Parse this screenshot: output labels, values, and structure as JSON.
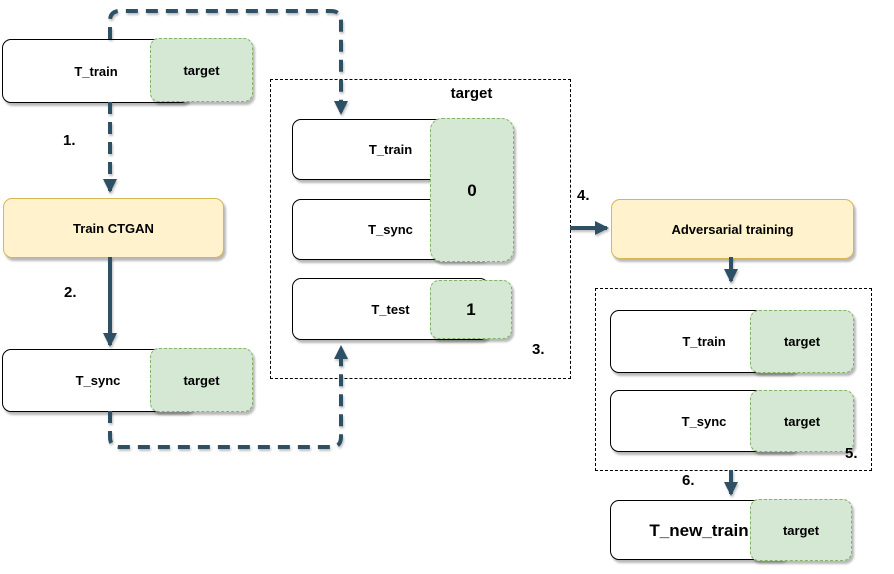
{
  "colors": {
    "arrow": "#2E5065",
    "process_fill": "#FFF2CC",
    "process_border": "#D6B656",
    "target_fill": "#D5E8D4",
    "target_border": "#82B366",
    "node_border": "#000000",
    "container_border": "#000000"
  },
  "flow": {
    "t_train": {
      "label": "T_train",
      "target": "target"
    },
    "step1": "1.",
    "train_ctgan": {
      "label": "Train CTGAN"
    },
    "step2": "2.",
    "t_sync": {
      "label": "T_sync",
      "target": "target"
    },
    "split_box": {
      "title": "target",
      "rows": [
        {
          "label": "T_train"
        },
        {
          "label": "T_sync"
        },
        {
          "label": "T_test"
        }
      ],
      "value_train_sync": "0",
      "value_test": "1",
      "step": "3."
    },
    "step4": "4.",
    "adversarial": {
      "label": "Adversarial training"
    },
    "output_box": {
      "rows": [
        {
          "label": "T_train",
          "target": "target"
        },
        {
          "label": "T_sync",
          "target": "target"
        }
      ],
      "step": "5."
    },
    "step6": "6.",
    "t_new_train": {
      "label": "T_new_train",
      "target": "target"
    }
  }
}
